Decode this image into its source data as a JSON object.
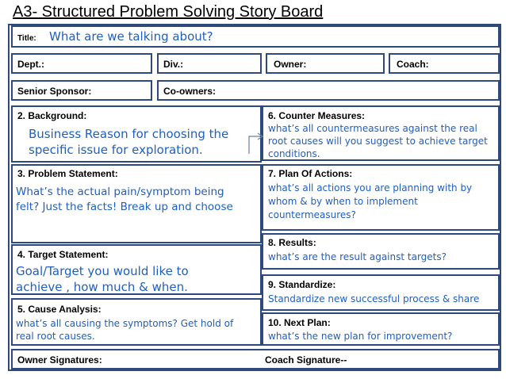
{
  "header": {
    "title": "A3- Structured Problem Solving Story Board"
  },
  "title_row": {
    "label": "Title:",
    "value": "What are we talking about?"
  },
  "info_row": {
    "dept": "Dept.:",
    "div": "Div.:",
    "owner": "Owner:",
    "coach": "Coach:"
  },
  "sponsor_row": {
    "senior_sponsor": "Senior Sponsor:",
    "co_owners": "Co-owners:"
  },
  "left": {
    "background": {
      "label": "2. Background:",
      "text": "Business Reason for choosing the specific issue for exploration."
    },
    "problem": {
      "label": "3. Problem Statement:",
      "text": "What’s the actual pain/symptom being felt? Just the facts! Break up and choose"
    },
    "target": {
      "label": "4. Target Statement:",
      "text": "Goal/Target you would like to achieve , how much & when."
    },
    "cause": {
      "label": "5. Cause Analysis:",
      "text": " what’s all  causing the symptoms? Get hold of real root causes."
    }
  },
  "right": {
    "counter": {
      "label": "6. Counter Measures:",
      "text": "what’s all  countermeasures against the real root causes will you suggest to achieve target conditions."
    },
    "plan": {
      "label": "7. Plan Of Actions:",
      "text": "what’s all actions you are planning with by whom & by when to implement countermeasures?"
    },
    "results": {
      "label": "8. Results:",
      "text": "what’s are the result against targets?"
    },
    "standardize": {
      "label": "9. Standardize:",
      "text": "Standardize new successful process & share"
    },
    "next": {
      "label": "10. Next Plan:",
      "text": "what’s the new plan for improvement?"
    }
  },
  "footer": {
    "owner_signatures": "Owner Signatures:",
    "coach_signature": "Coach Signature--"
  }
}
